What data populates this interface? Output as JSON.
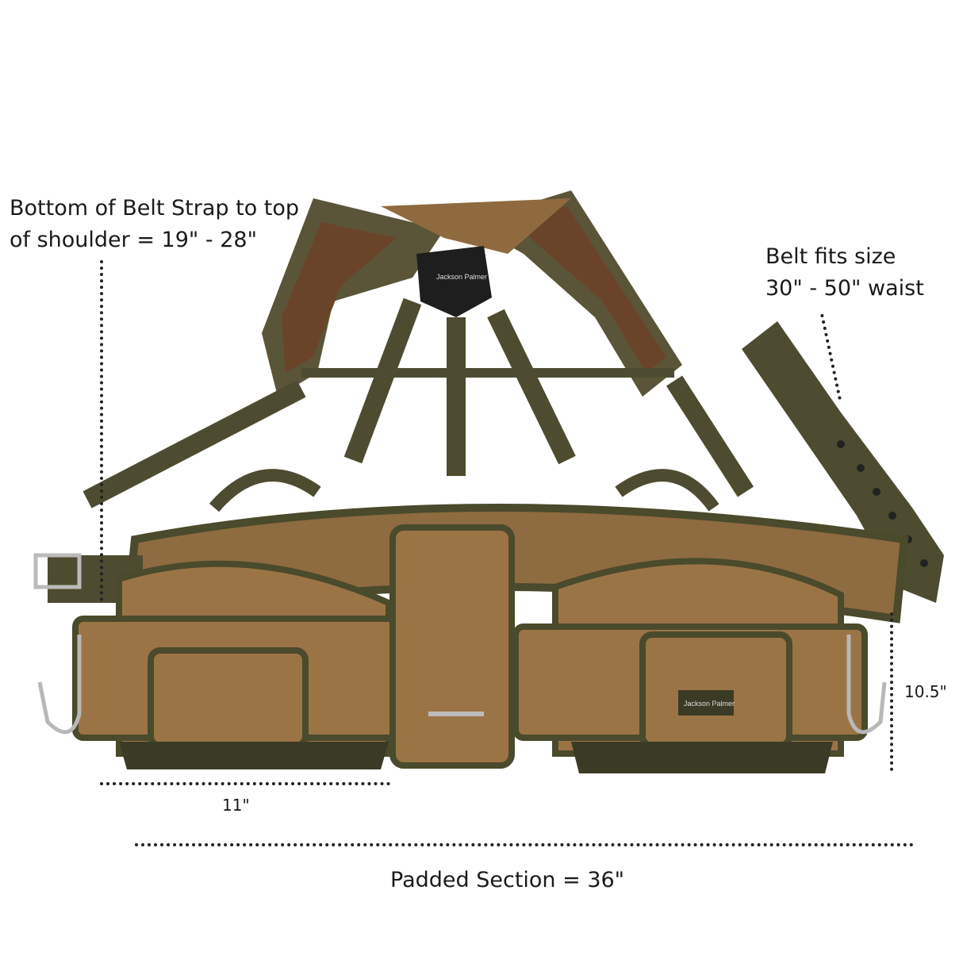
{
  "annotations": {
    "shoulder_line1": "Bottom of Belt Strap to top",
    "shoulder_line2": "of shoulder = 19\" - 28\"",
    "belt_line1": "Belt fits size",
    "belt_line2": "30\" - 50\" waist",
    "pouch_height": "10.5\"",
    "pouch_width": "11\"",
    "padded_section": "Padded Section = 36\""
  },
  "brand": {
    "logo_text": "Jackson Palmer"
  },
  "colors": {
    "canvas": "#9b7446",
    "olive": "#4a4a2c",
    "padding": "#5e3d22",
    "metal": "#b8b8b8"
  }
}
